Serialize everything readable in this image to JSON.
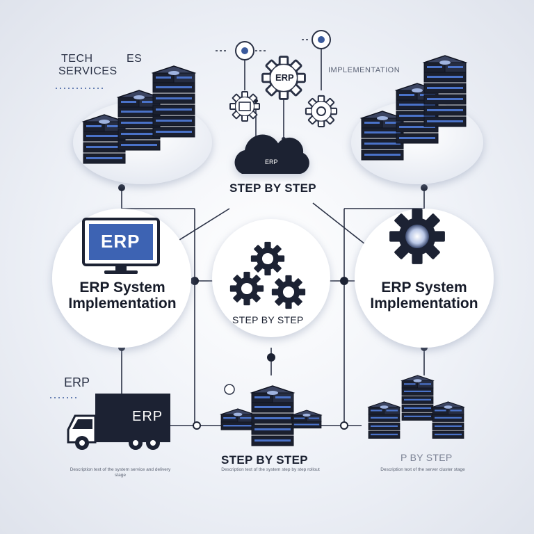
{
  "header": {
    "top_left_label_1": "TECH",
    "top_left_label_1b": "ES",
    "top_left_label_2": "SERVICES",
    "top_right_label": "IMPLEMENTATION"
  },
  "top_gears": {
    "center_gear_label": "ERP",
    "cloud_label": "ERP"
  },
  "step_labels": {
    "upper": "STEP BY STEP",
    "middle": "STEP BY STEP",
    "bottom": "STEP BY STEP",
    "bottom_right": "P BY STEP"
  },
  "nodes": {
    "left": {
      "screen_label": "ERP",
      "title_line_1": "ERP System",
      "title_line_2": "Implementation"
    },
    "right": {
      "title_line_1": "ERP System",
      "title_line_2": "Implementation"
    }
  },
  "bottom_left": {
    "heading": "ERP",
    "truck_label": "ERP"
  },
  "fine_print": {
    "left": "Description text of the system service and delivery stage",
    "middle": "Description text of the system step by step rollout",
    "right": "Description text of the server cluster stage"
  },
  "colors": {
    "primary_dark": "#1c2233",
    "accent_blue": "#3a5a9c",
    "line": "#2a3145",
    "background": "#eef1f7"
  }
}
